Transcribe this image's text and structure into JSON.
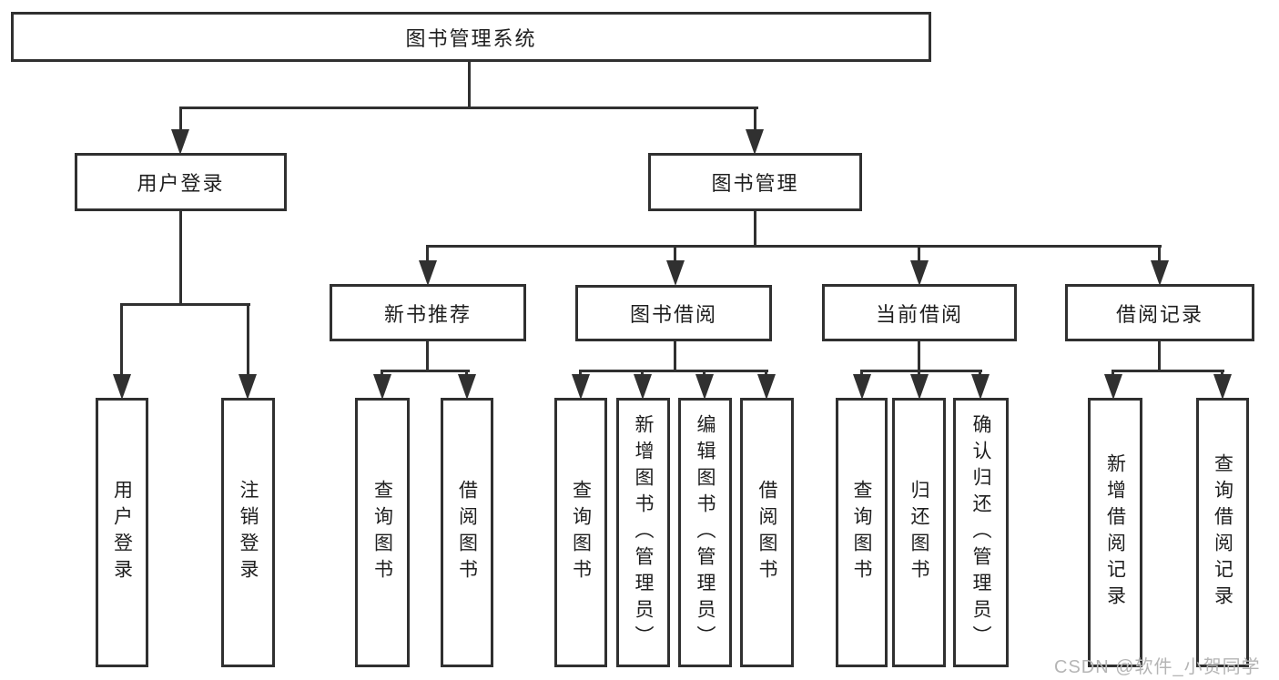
{
  "tree": {
    "root": "图书管理系统",
    "branches": [
      {
        "label": "用户登录",
        "children": [
          "用户登录",
          "注销登录"
        ]
      },
      {
        "label": "图书管理",
        "sections": [
          {
            "label": "新书推荐",
            "children": [
              "查询图书",
              "借阅图书"
            ]
          },
          {
            "label": "图书借阅",
            "children": [
              "查询图书",
              "新增图书（管理员）",
              "编辑图书（管理员）",
              "借阅图书"
            ]
          },
          {
            "label": "当前借阅",
            "children": [
              "查询图书",
              "归还图书",
              "确认归还（管理员）"
            ]
          },
          {
            "label": "借阅记录",
            "children": [
              "新增借阅记录",
              "查询借阅记录"
            ]
          }
        ]
      }
    ]
  },
  "watermark": "CSDN @软件_小贺同学",
  "colors": {
    "line": "#303030",
    "box_border": "#303030",
    "text": "#1f1f1f",
    "watermark": "#b5b5b5",
    "background": "#ffffff"
  }
}
